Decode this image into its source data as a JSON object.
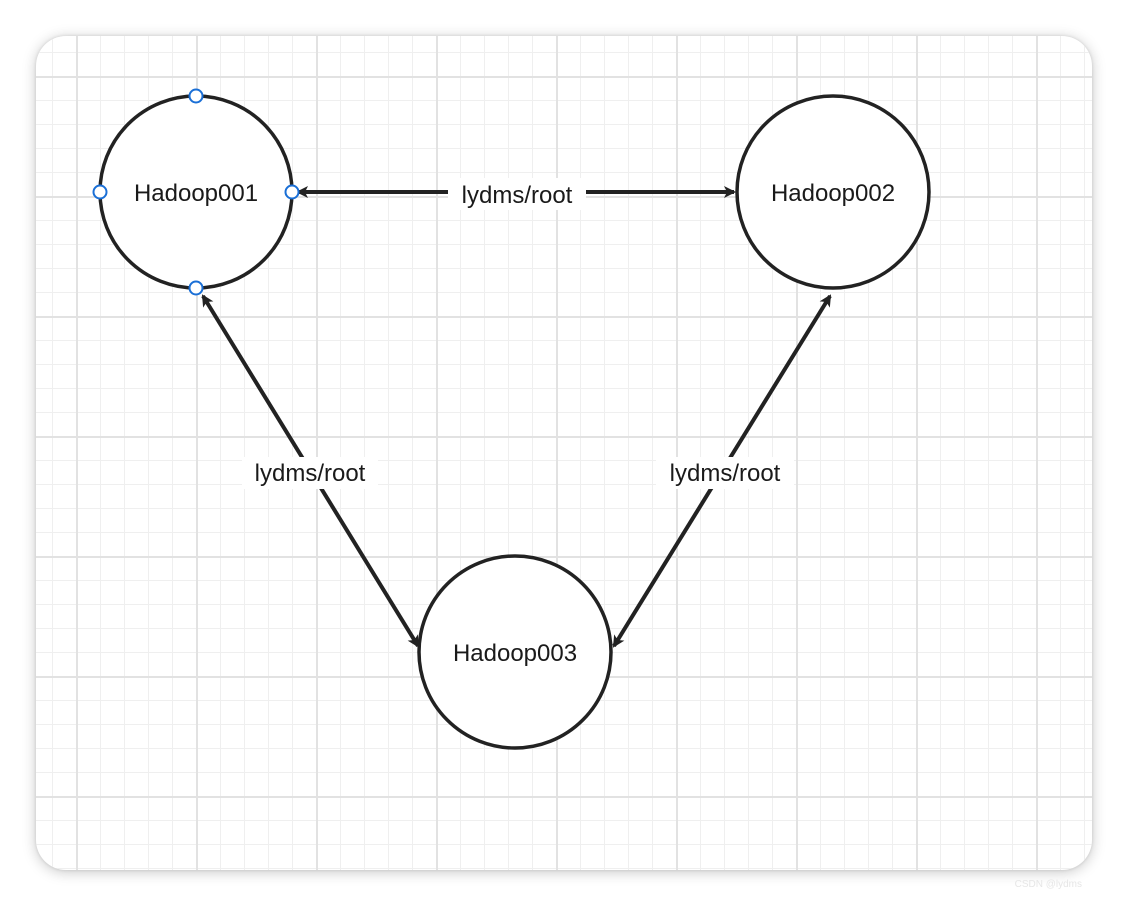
{
  "nodes": [
    {
      "id": "hadoop001",
      "label": "Hadoop001"
    },
    {
      "id": "hadoop002",
      "label": "Hadoop002"
    },
    {
      "id": "hadoop003",
      "label": "Hadoop003"
    }
  ],
  "edges": [
    {
      "from": "hadoop001",
      "to": "hadoop002",
      "direction": "bidirectional",
      "label": "lydms/root"
    },
    {
      "from": "hadoop001",
      "to": "hadoop003",
      "direction": "bidirectional",
      "label": "lydms/root"
    },
    {
      "from": "hadoop002",
      "to": "hadoop003",
      "direction": "bidirectional",
      "label": "lydms/root"
    }
  ],
  "selection": {
    "selected_node": "hadoop001"
  },
  "colors": {
    "stroke": "#222222",
    "handle": "#1a6fd6",
    "grid": "#e2e2e2"
  },
  "watermark": "CSDN @lydms"
}
